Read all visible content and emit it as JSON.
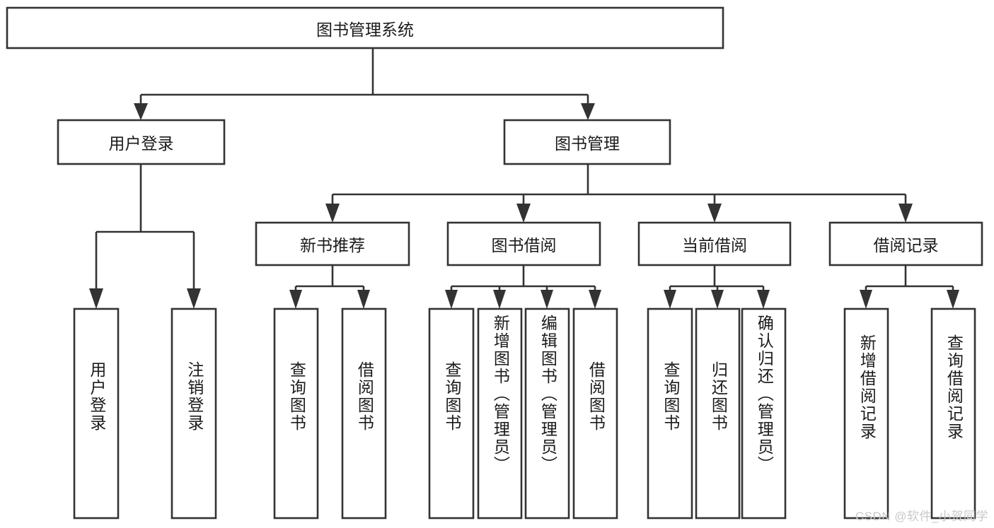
{
  "diagram": {
    "title": "图书管理系统",
    "watermark": "CSDN @软件_小贺同学",
    "colors": {
      "stroke": "#333333",
      "fill": "#ffffff",
      "text": "#1b1b1b",
      "watermark": "#c9c9c9"
    },
    "levels": {
      "root": {
        "label": "图书管理系统"
      },
      "level2": [
        {
          "label": "用户登录"
        },
        {
          "label": "图书管理"
        }
      ],
      "level3": [
        {
          "label": "新书推荐"
        },
        {
          "label": "图书借阅"
        },
        {
          "label": "当前借阅"
        },
        {
          "label": "借阅记录"
        }
      ],
      "leaves": {
        "user_login": [
          {
            "label": "用户登录"
          },
          {
            "label": "注销登录"
          }
        ],
        "new_book": [
          {
            "label": "查询图书"
          },
          {
            "label": "借阅图书"
          }
        ],
        "book_borrow": [
          {
            "label": "查询图书"
          },
          {
            "label": "新增图书（管理员）"
          },
          {
            "label": "编辑图书（管理员）"
          },
          {
            "label": "借阅图书"
          }
        ],
        "current_borrow": [
          {
            "label": "查询图书"
          },
          {
            "label": "归还图书"
          },
          {
            "label": "确认归还（管理员）"
          }
        ],
        "borrow_record": [
          {
            "label": "新增借阅记录"
          },
          {
            "label": "查询借阅记录"
          }
        ]
      }
    }
  }
}
